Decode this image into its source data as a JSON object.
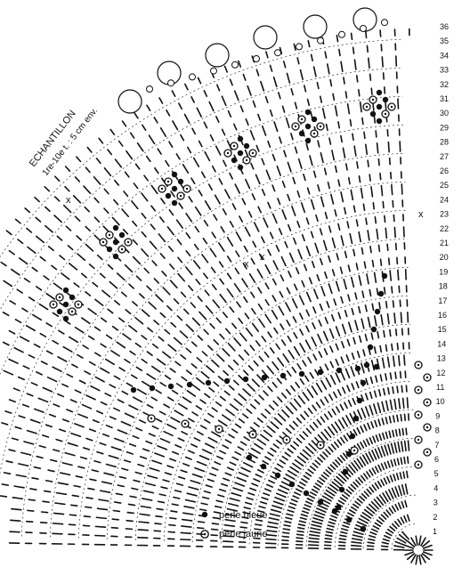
{
  "sample_label": {
    "line1": "ECHANTILLON",
    "line2": "1re-10e t. : 5 cm env."
  },
  "row_numbers": [
    "1",
    "2",
    "3",
    "4",
    "5",
    "6",
    "7",
    "8",
    "9",
    "10",
    "11",
    "12",
    "13",
    "14",
    "15",
    "16",
    "17",
    "18",
    "19",
    "20",
    "21",
    "22",
    "23",
    "24",
    "25",
    "26",
    "27",
    "28",
    "29",
    "30",
    "31",
    "32",
    "33",
    "34",
    "35",
    "36"
  ],
  "legend": {
    "blue_bead": {
      "label": "perle bleue",
      "icon": "filled-dot-icon"
    },
    "yellow_bead": {
      "label": "perle jaune",
      "icon": "ringed-dot-icon"
    }
  },
  "cross_marks": [
    "x",
    "x",
    "x",
    "x"
  ],
  "colors": {
    "ink": "#111111",
    "paper": "#ffffff"
  }
}
